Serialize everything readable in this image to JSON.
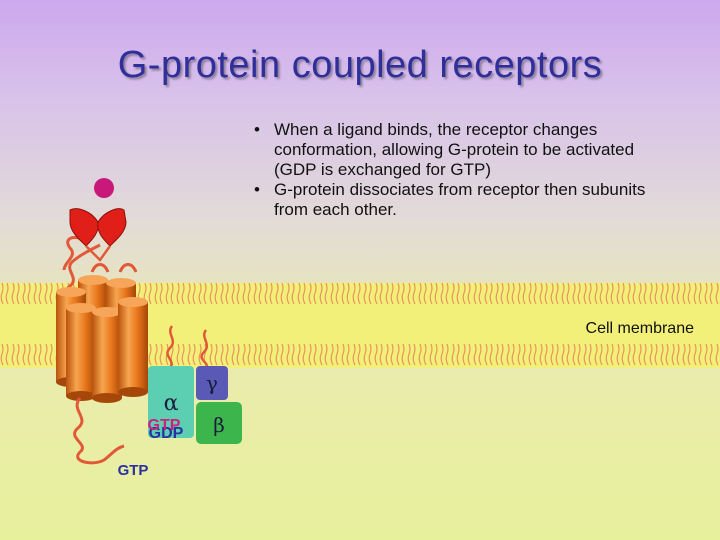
{
  "slide": {
    "title": "G-protein coupled receptors",
    "bullets": [
      "When a ligand binds, the receptor changes conformation, allowing G-protein to be activated (GDP is exchanged for GTP)",
      "G-protein dissociates from receptor then subunits from each other."
    ],
    "bullet_marker": "•"
  },
  "diagram": {
    "membrane_label": "Cell membrane",
    "alpha_symbol": "α",
    "beta_symbol": "β",
    "gamma_symbol": "γ",
    "gdp_label": "GDP",
    "gtp_on_alpha_label": "GTP",
    "free_gtp_label": "GTP"
  },
  "colors": {
    "title": "#2f2f9a",
    "membrane": "#f3f07a",
    "head_groups": "#f0a878",
    "receptor": "#e8761c",
    "ligand": "#c8197a",
    "binding_site": "#e02018",
    "alpha_subunit": "#5ccfb3",
    "beta_subunit": "#3cb64c",
    "gamma_subunit": "#5a5ab6",
    "gtp_text": "#d0207e",
    "gdp_text": "#2b2fa0"
  }
}
